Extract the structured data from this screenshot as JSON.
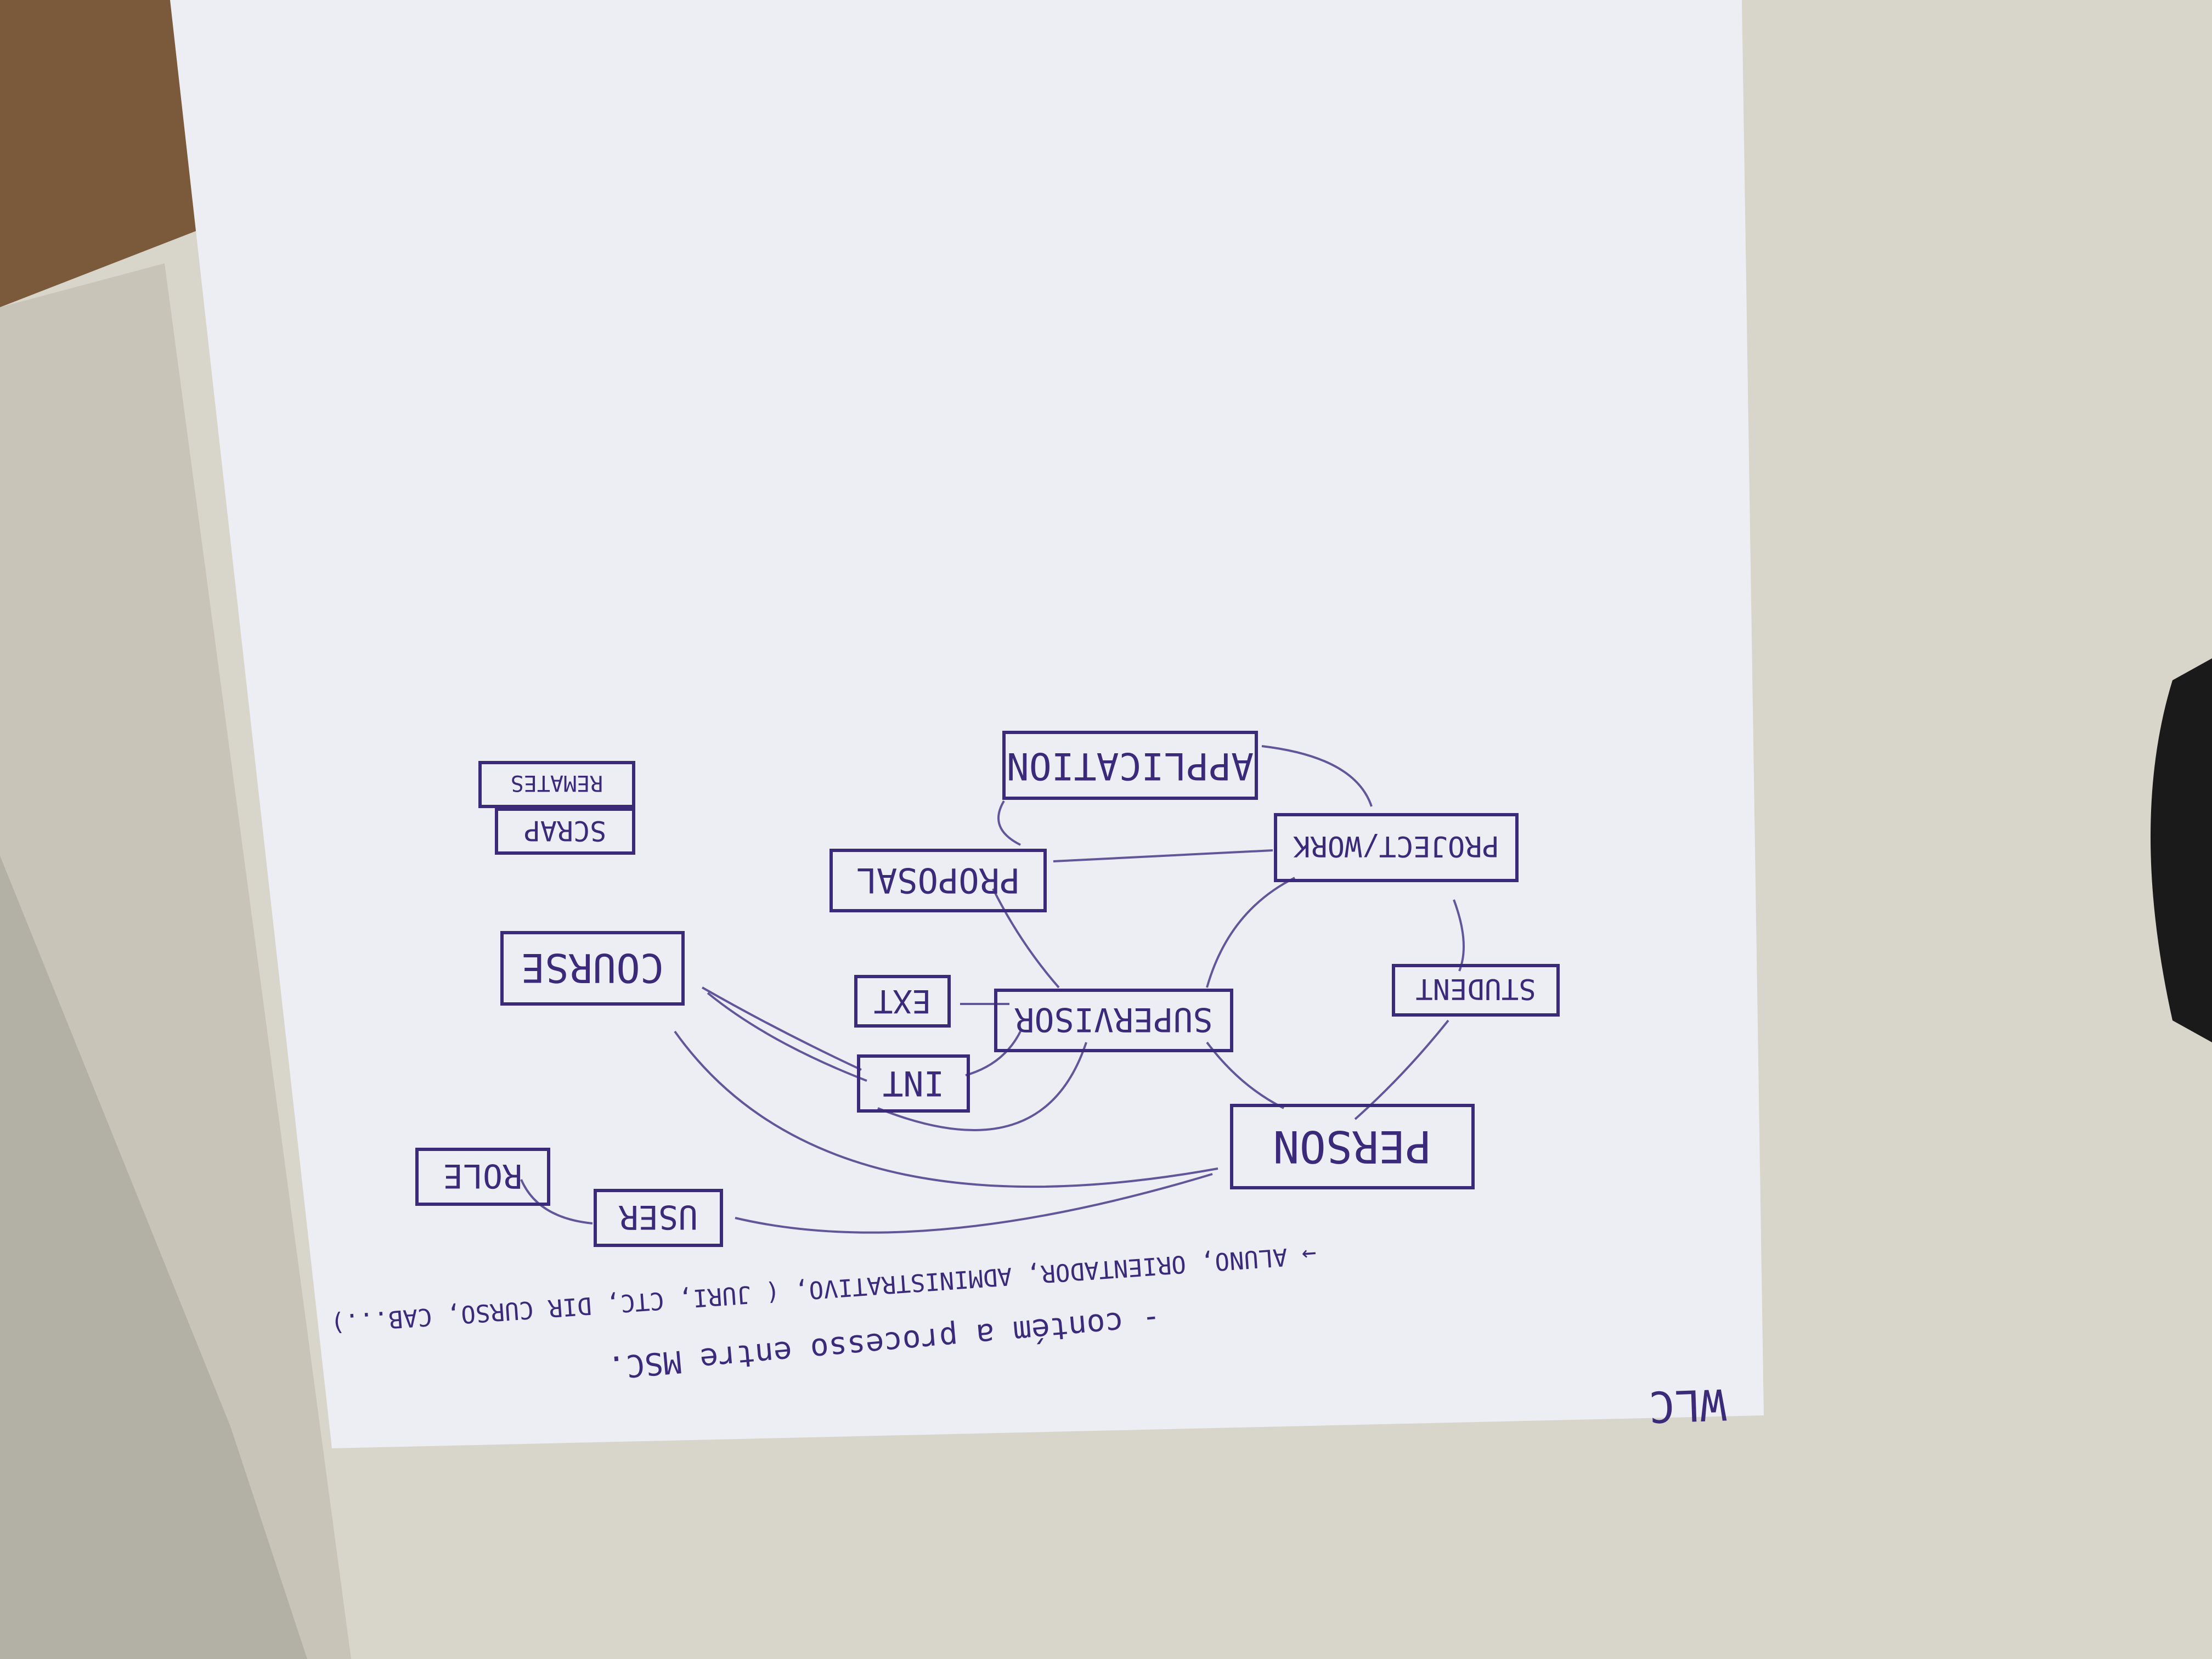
{
  "photo": {
    "colors": {
      "desk_light": "#e6e3da",
      "desk_dark": "#b9b6ab",
      "paper": "#edeef3",
      "ink": "#3b2a7a",
      "left_wall": "#7a5a3a"
    }
  },
  "diagram": {
    "nodes": [
      {
        "id": "application",
        "label": "APPLICATION"
      },
      {
        "id": "proposal",
        "label": "PROPOSAL"
      },
      {
        "id": "project",
        "label": "PROJECT/WORK"
      },
      {
        "id": "course",
        "label": "COURSE"
      },
      {
        "id": "ext",
        "label": "EXT"
      },
      {
        "id": "supervisor",
        "label": "SUPERVISOR"
      },
      {
        "id": "int",
        "label": "INT"
      },
      {
        "id": "student",
        "label": "STUDENT"
      },
      {
        "id": "person",
        "label": "PERSON"
      },
      {
        "id": "role",
        "label": "ROLE"
      },
      {
        "id": "user",
        "label": "USER"
      },
      {
        "id": "scrap",
        "label": "SCRAP"
      },
      {
        "id": "remates",
        "label": "REMATES"
      }
    ]
  },
  "notes": {
    "title": "WLC",
    "line1": "- contém a processo entre MSC.",
    "line2": "→ ALUNO, ORIENTADOR, ADMINISTRATIVO, ( JURI, CTC, DIR CURSO, CAB...)"
  }
}
